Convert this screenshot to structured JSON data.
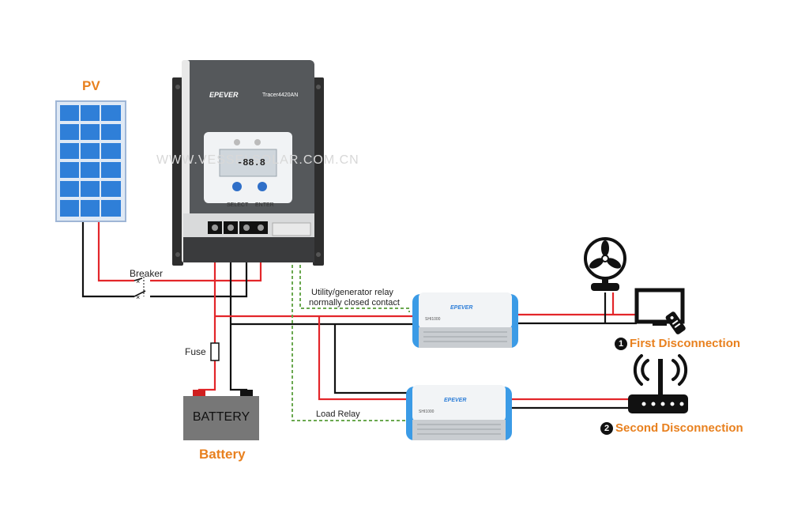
{
  "labels": {
    "pv": "PV",
    "breaker": "Breaker",
    "fuse": "Fuse",
    "battery_box": "BATTERY",
    "battery_title": "Battery",
    "relay_line1": "Utility/generator relay",
    "relay_line2": "normally closed contact",
    "load_relay": "Load Relay",
    "first_disconnection": "First Disconnection",
    "second_disconnection": "Second Disconnection",
    "first_num": "1",
    "second_num": "2",
    "watermark": "WWW.VESSELSOLAR.COM.CN"
  },
  "controller": {
    "brand": "EPEVER",
    "model": "Tracer4420AN",
    "lcd_digits": "-88.8",
    "select_label": "SELECT",
    "enter_label": "ENTER"
  },
  "inverters": {
    "brand": "EPEVER",
    "model": "SHI1000"
  },
  "colors": {
    "positive_wire": "#e3262a",
    "negative_wire": "#111111",
    "relay_wire": "#6aa84f",
    "accent_orange": "#e8801e",
    "panel_blue": "#2f7fd8",
    "inverter_blue": "#3b9be6",
    "controller_gray": "#55585b"
  }
}
